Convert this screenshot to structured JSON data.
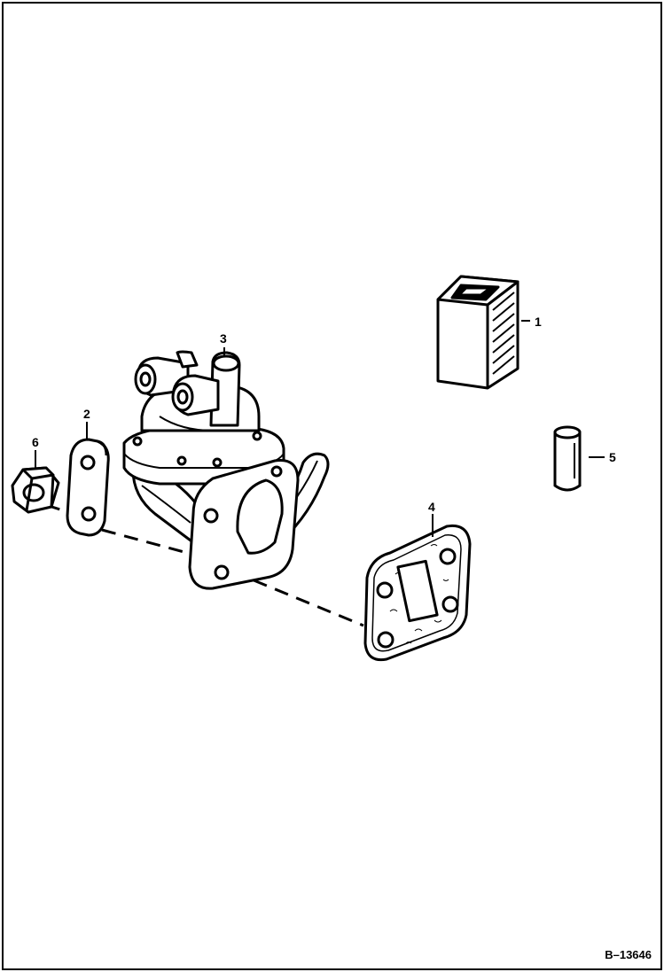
{
  "figure_id": "B–13646",
  "callouts": {
    "c1": "1",
    "c2": "2",
    "c3": "3",
    "c4": "4",
    "c5": "5",
    "c6": "6"
  },
  "parts": {
    "p1": "filter-element-icon",
    "p2": "link-plate-icon",
    "p3": "fuel-pump-icon",
    "p4": "gasket-icon",
    "p5": "pin-icon",
    "p6": "nut-icon"
  },
  "colors": {
    "ink": "#000000",
    "paper": "#ffffff"
  }
}
